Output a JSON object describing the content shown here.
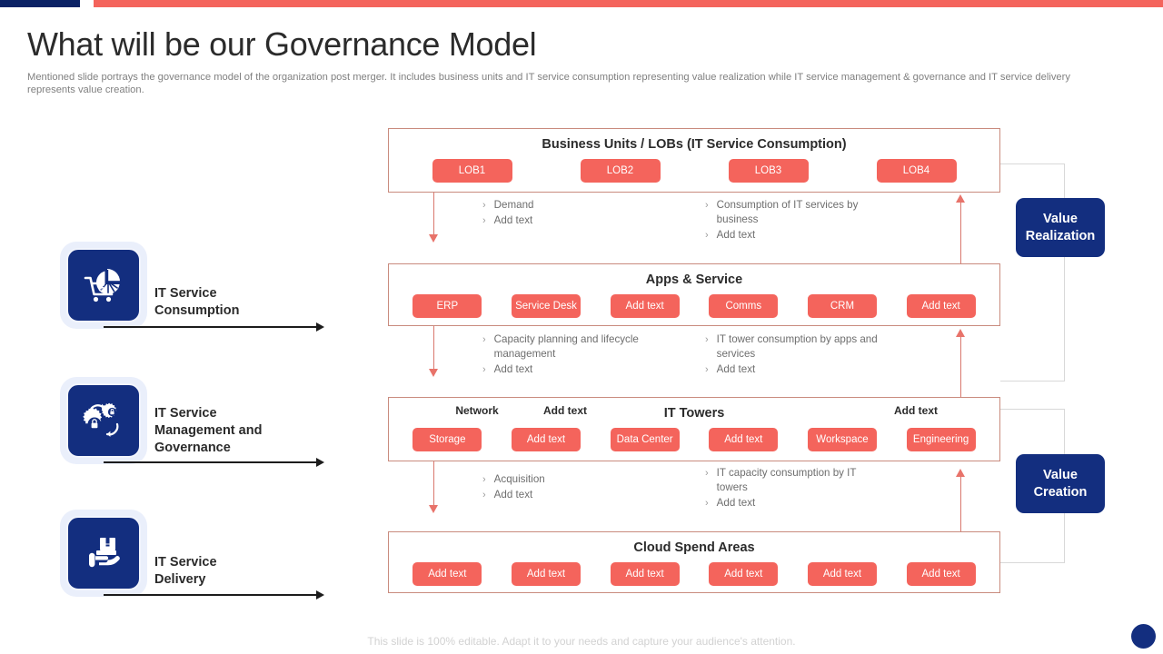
{
  "theme": {
    "navy": "#132e7f",
    "coral": "#f4645c",
    "bracket_gray": "#d8d8d8",
    "connector_red": "#d9786e"
  },
  "header": {
    "title": "What will be our Governance Model",
    "subtitle": "Mentioned slide portrays the governance model of the organization post merger. It includes business units and IT service consumption representing value realization while IT service management & governance and IT service delivery represents value creation."
  },
  "pillars": [
    {
      "label": "IT Service\nConsumption",
      "line1": "IT Service",
      "line2": "Consumption",
      "line3": "",
      "icon": "shopping-cart-pie-dollar-icon"
    },
    {
      "label": "IT Service Management and Governance",
      "line1": "IT Service",
      "line2": "Management and",
      "line3": "Governance",
      "icon": "gears-lock-refresh-icon"
    },
    {
      "label": "IT Service Delivery",
      "line1": "IT Service",
      "line2": "Delivery",
      "line3": "",
      "icon": "hand-holding-box-icon"
    }
  ],
  "bands": [
    {
      "title": "Business Units / LOBs (IT Service Consumption)",
      "chips": [
        "LOB1",
        "LOB2",
        "LOB3",
        "LOB4"
      ]
    },
    {
      "title": "Apps & Service",
      "chips": [
        "ERP",
        "Service Desk",
        "Add text",
        "Comms",
        "CRM",
        "Add text"
      ]
    },
    {
      "title": "IT Towers",
      "top_labels": [
        "Network",
        "Add text",
        "Add text"
      ],
      "chips": [
        "Storage",
        "Add text",
        "Data Center",
        "Add text",
        "Workspace",
        "Engineering"
      ]
    },
    {
      "title": "Cloud Spend Areas",
      "chips": [
        "Add text",
        "Add text",
        "Add text",
        "Add text",
        "Add text",
        "Add text"
      ]
    }
  ],
  "bullet_groups": [
    {
      "left": [
        "Demand",
        "Add text"
      ],
      "right": [
        "Consumption of IT services by business",
        "Add text"
      ]
    },
    {
      "left": [
        "Capacity planning and lifecycle management",
        "Add text"
      ],
      "right": [
        "IT tower consumption by apps and services",
        "Add text"
      ]
    },
    {
      "left": [
        "Acquisition",
        "Add text"
      ],
      "right": [
        "IT capacity consumption by IT towers",
        "Add text"
      ]
    }
  ],
  "value_boxes": [
    {
      "line1": "Value",
      "line2": "Realization"
    },
    {
      "line1": "Value",
      "line2": "Creation"
    }
  ],
  "footer": {
    "note": "This slide is 100% editable. Adapt it to your needs and capture your audience's attention."
  }
}
